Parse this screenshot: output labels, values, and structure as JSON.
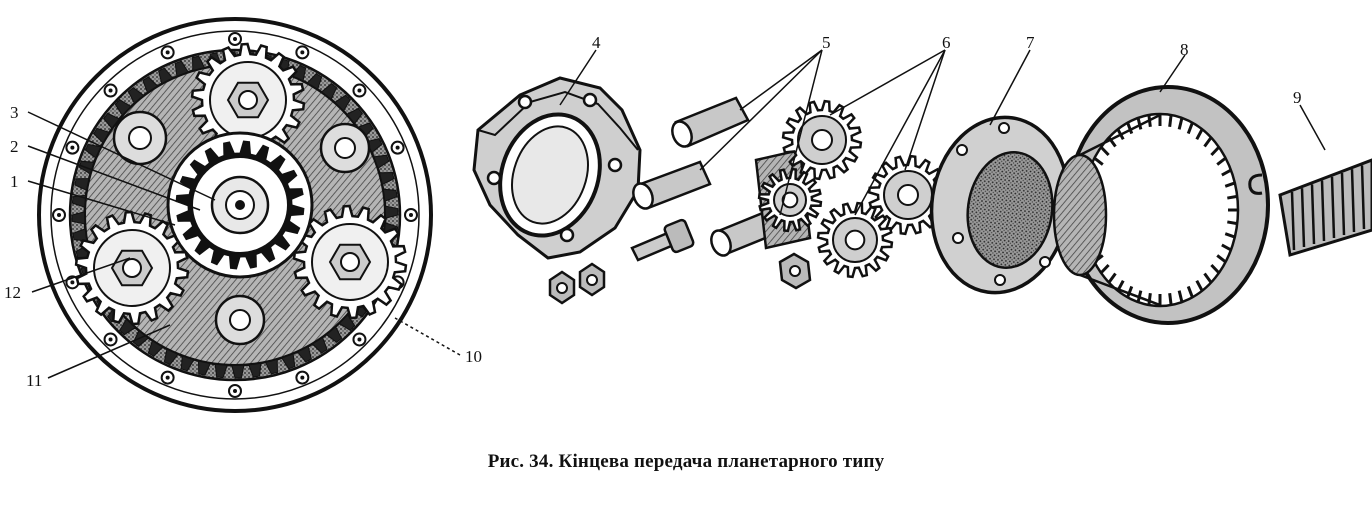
{
  "caption": "Рис. 34. Кінцева передача планетарного типу",
  "labels": [
    "1",
    "2",
    "3",
    "4",
    "5",
    "6",
    "7",
    "8",
    "9",
    "10",
    "11",
    "12"
  ],
  "colors": {
    "ink": "#111111",
    "paper": "#ffffff",
    "shade": "#8a8a8a"
  }
}
